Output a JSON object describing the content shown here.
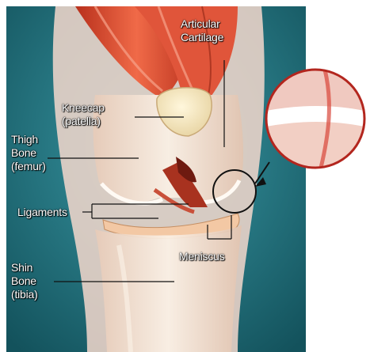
{
  "labels": {
    "articular_cartilage": "Articular\nCartilage",
    "kneecap": "Kneecap\n(patella)",
    "thigh_bone": "Thigh\nBone\n(femur)",
    "ligaments": "Ligaments",
    "meniscus": "Meniscus",
    "shin_bone": "Shin\nBone\n(tibia)"
  },
  "colors": {
    "background": "#1f6f7a",
    "muscle": "#d9452b",
    "bone": "#f2e2d0",
    "cartilage": "#f7efe6",
    "ligament": "#8f2a1e",
    "leader_line": "#111111"
  }
}
